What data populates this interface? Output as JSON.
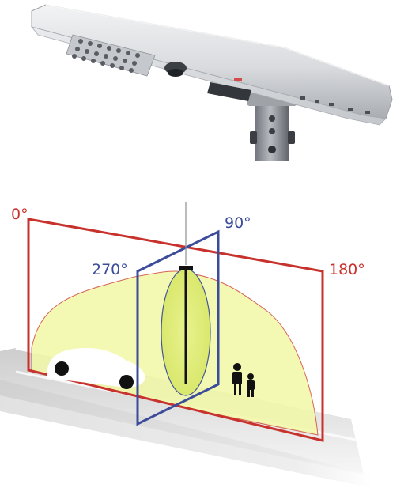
{
  "labels": {
    "angle_0": "0°",
    "angle_90": "90°",
    "angle_180": "180°",
    "angle_270": "270°"
  },
  "colors": {
    "red_plane": "#c8322d",
    "blue_plane": "#3b4c9a",
    "light_fill": "#f1f7a5",
    "core_fill": "#e5f07a",
    "luminaire_body": "#d7d9dc",
    "pole": "#8c9096"
  },
  "icons": {
    "product": "solar-street-light",
    "car": "car-icon",
    "people": "pedestrians-icon"
  }
}
